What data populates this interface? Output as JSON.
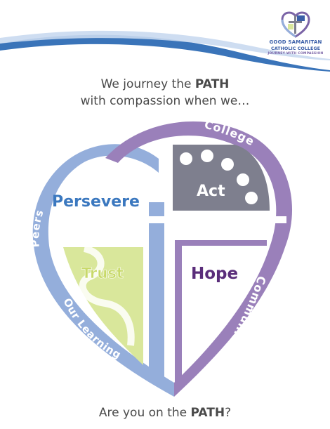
{
  "logo": {
    "line1": "GOOD SAMARITAN",
    "line2": "CATHOLIC COLLEGE",
    "line3": "JOURNEY WITH COMPASSION"
  },
  "headline": {
    "line1_prefix": "We journey the ",
    "line1_emphasis": "PATH",
    "line2": "with compassion when we…"
  },
  "labels": {
    "college": "College",
    "community": "Community",
    "our_learning": "Our Learning",
    "peers": "Peers",
    "persevere": "Persevere",
    "act": "Act",
    "trust": "Trust",
    "hope": "Hope"
  },
  "footer": {
    "prefix": "Are you on the ",
    "emphasis": "PATH",
    "suffix": "?"
  },
  "colors": {
    "purple": "#9a80ba",
    "blue": "#94aedb",
    "slate": "#7e7f8e",
    "lime": "#d9e79b",
    "persevere_text": "#3b78bf",
    "hope_text": "#5a2d7a",
    "trust_text": "#c8d96a",
    "text": "#4a4a4a",
    "wave": "#2f6db5"
  }
}
